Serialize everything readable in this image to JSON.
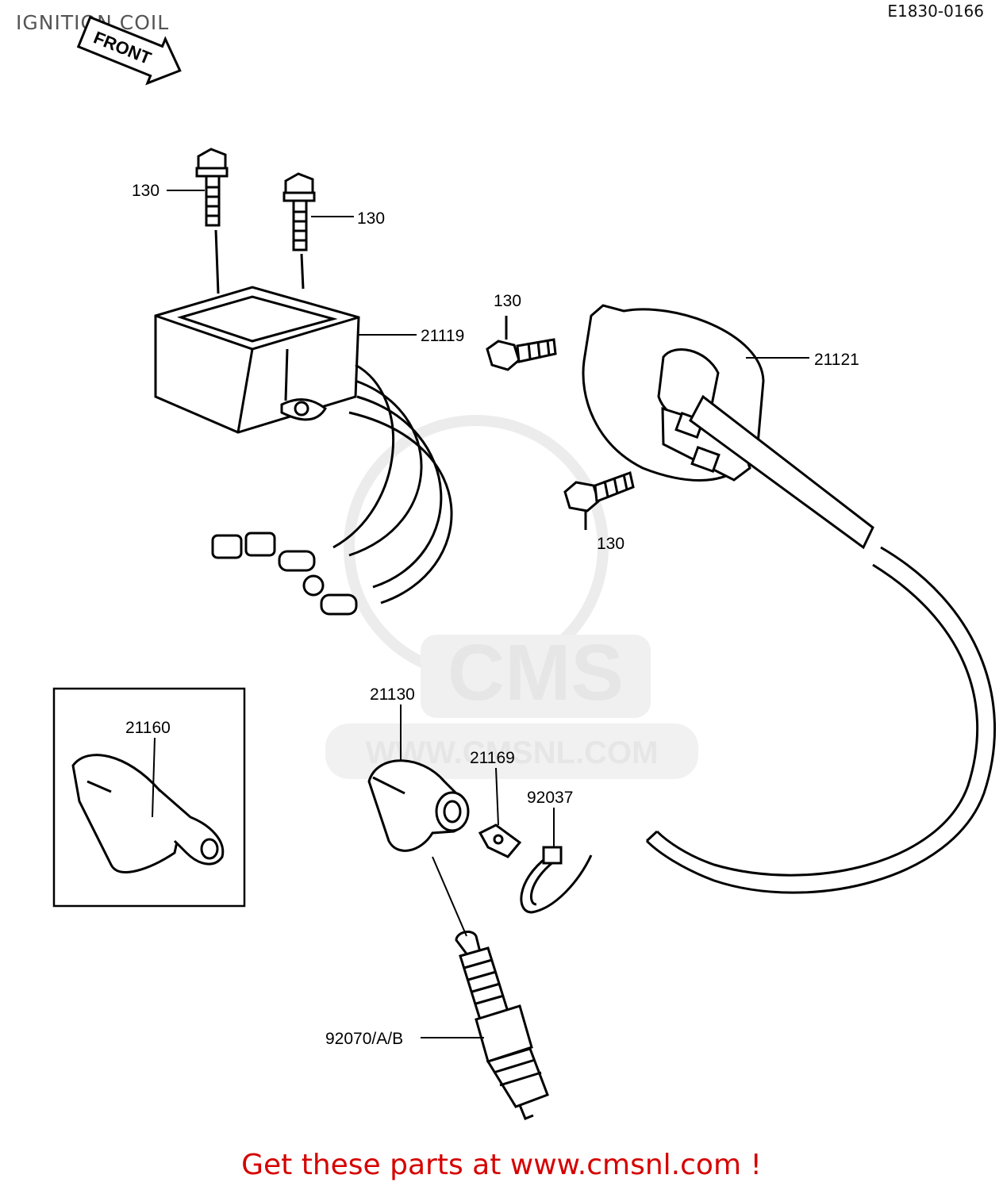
{
  "header": {
    "title": "IGNITION COIL",
    "diagram_code": "E1830-0166"
  },
  "front_arrow": {
    "label": "FRONT"
  },
  "watermark": {
    "logo_text": "CMS",
    "url_text": "WWW.CMSNL.COM"
  },
  "callouts": {
    "bolt_top_left": "130",
    "bolt_top_right": "130",
    "bolt_mid": "130",
    "bolt_lower": "130",
    "igniter": "21119",
    "coil": "21121",
    "cap_boxed": "21160",
    "cap": "21130",
    "clip": "21169",
    "band": "92037",
    "plug": "92070/A/B"
  },
  "footer": {
    "text": "Get these parts at www.cmsnl.com !"
  },
  "colors": {
    "line": "#000000",
    "footer": "#d60000",
    "watermark": "#e6e6e6"
  }
}
